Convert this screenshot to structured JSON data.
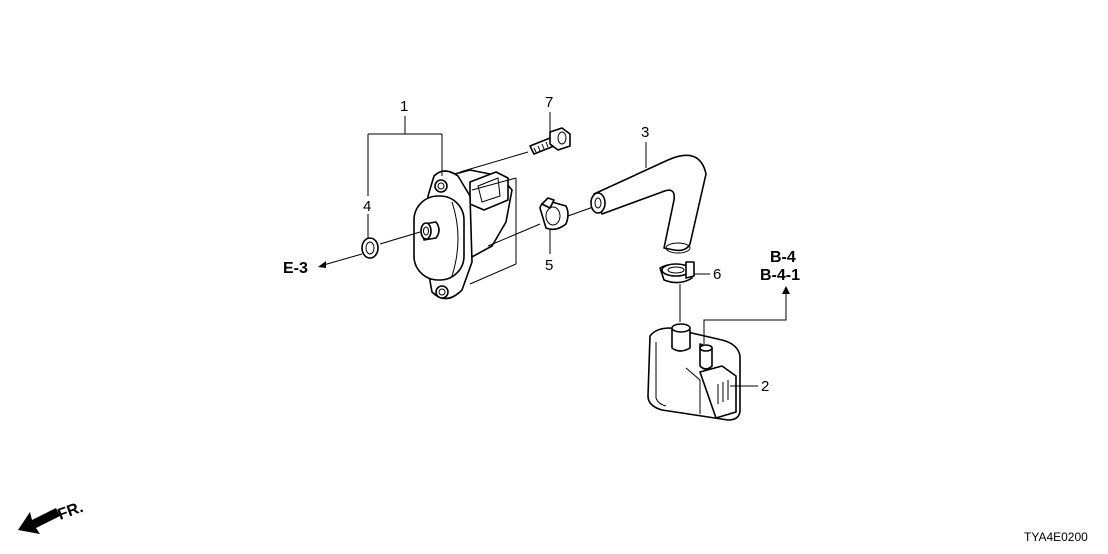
{
  "callouts": {
    "c1": "1",
    "c2": "2",
    "c3": "3",
    "c4": "4",
    "c5": "5",
    "c6": "6",
    "c7": "7"
  },
  "refs": {
    "e3": "E-3",
    "b4": "B-4",
    "b41": "B-4-1",
    "front": "FR."
  },
  "diagram_code": "TYA4E0200"
}
